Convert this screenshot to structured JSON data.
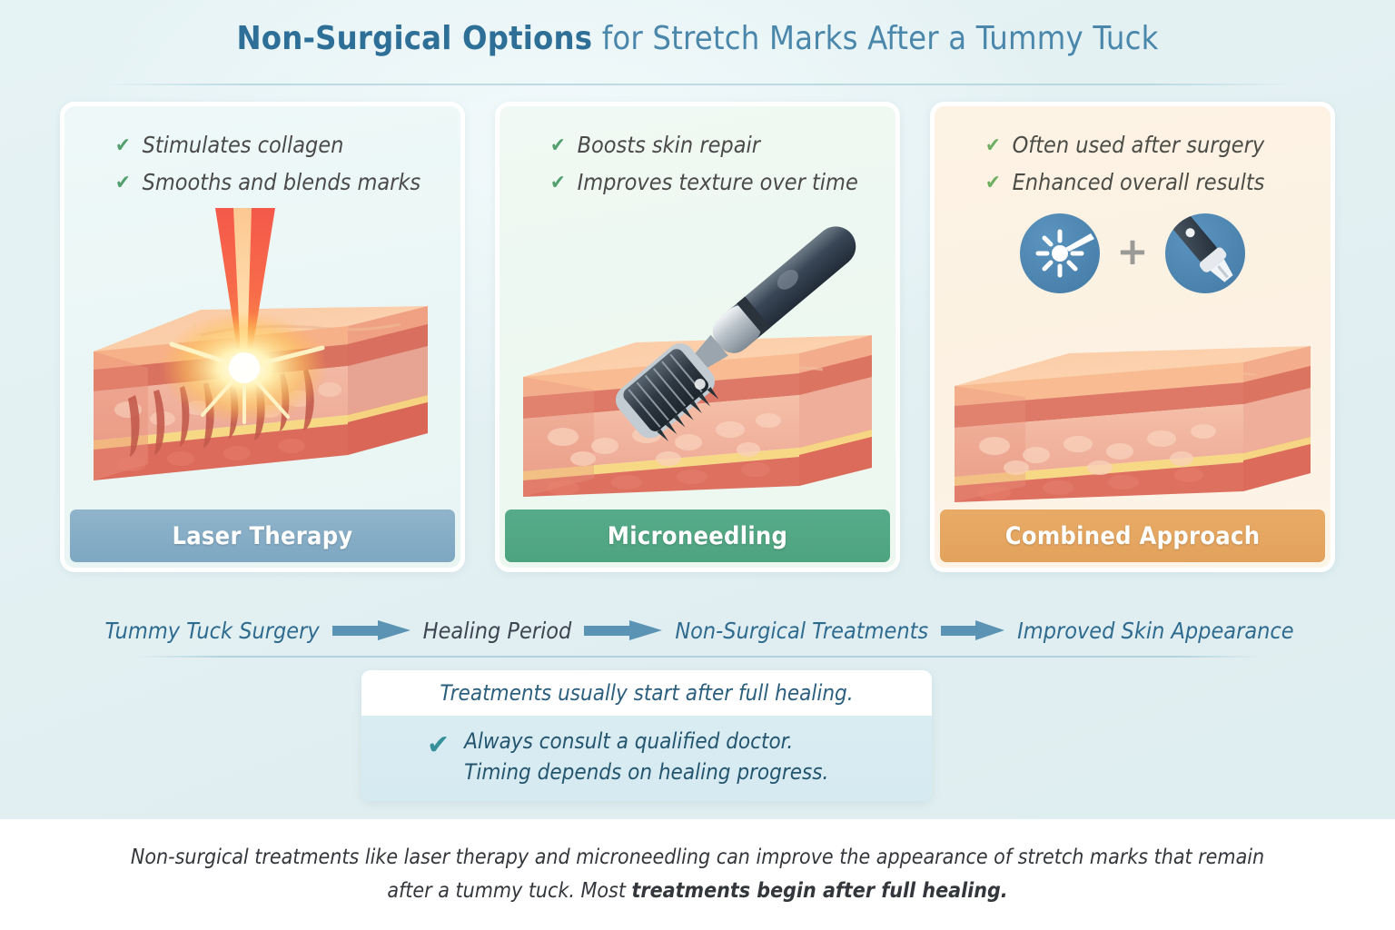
{
  "title": {
    "bold_part": "Non-Surgical Options",
    "rest_part": " for Stretch Marks After a Tummy Tuck"
  },
  "colors": {
    "background": "#e4f1f3",
    "title_blue": "#3f7ea4",
    "check_green": "#53a06e",
    "laser_band": "#7ea7c2",
    "microneedling_band": "#4ea37f",
    "combined_band": "#e2a25c",
    "arrow_blue": "#5b93b4",
    "note_body": "#d6eaf1",
    "note_check_teal": "#35909a"
  },
  "cards": [
    {
      "id": "laser-therapy",
      "bullets": [
        "Stimulates collagen",
        "Smooths and blends marks"
      ],
      "footer_label": "Laser Therapy",
      "illustration": "laser-beam-on-skin-cross-section"
    },
    {
      "id": "microneedling",
      "bullets": [
        "Boosts skin repair",
        "Improves texture over time"
      ],
      "footer_label": "Microneedling",
      "illustration": "derma-roller-on-skin-cross-section"
    },
    {
      "id": "combined-approach",
      "bullets": [
        "Often used after surgery",
        "Enhanced overall results"
      ],
      "footer_label": "Combined Approach",
      "illustration": "laser-plus-device-badges-over-skin-cross-section",
      "badge_separator": "+"
    }
  ],
  "flow": {
    "steps": [
      {
        "label": "Tummy Tuck Surgery",
        "style": "blue"
      },
      {
        "label": "Healing Period",
        "style": "dark"
      },
      {
        "label": "Non-Surgical Treatments",
        "style": "blue"
      },
      {
        "label": "Improved Skin Appearance",
        "style": "blue"
      }
    ]
  },
  "note": {
    "heading": "Treatments usually start after full healing.",
    "check_glyph": "✔",
    "lines": [
      "Always consult a qualified doctor.",
      "Timing depends on healing progress."
    ]
  },
  "caption": {
    "lead": "Non-surgical treatments like laser therapy and microneedling can improve the appearance of stretch marks that remain after a tummy tuck. Most ",
    "emphasis": "treatments begin after full healing."
  },
  "icons": {
    "check": "✔"
  }
}
